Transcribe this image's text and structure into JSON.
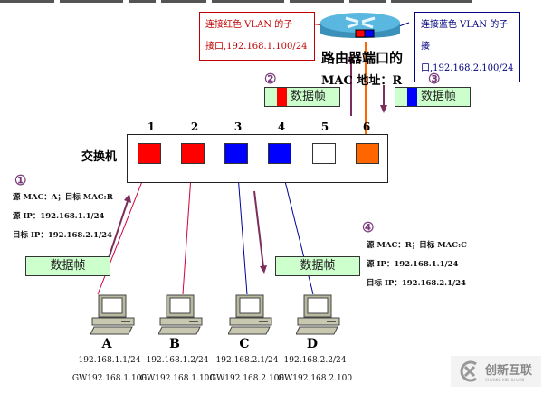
{
  "router": {
    "title_line1": "路由器端口的",
    "title_line2": "MAC 地址：R",
    "left_callout_line1": "连接红色 VLAN 的子",
    "left_callout_line2": "接口,192.168.1.100/24",
    "right_callout_line1": "连接蓝色 VLAN 的子",
    "right_callout_line2": "接口,192.168.2.100/24",
    "port_colors": [
      "#ff0000",
      "#0000ff"
    ]
  },
  "switch": {
    "label": "交换机",
    "ports": [
      {
        "number": "1",
        "color": "#ff0000"
      },
      {
        "number": "2",
        "color": "#ff0000"
      },
      {
        "number": "3",
        "color": "#0000ff"
      },
      {
        "number": "4",
        "color": "#0000ff"
      },
      {
        "number": "5",
        "color": "#ffffff"
      },
      {
        "number": "6",
        "color": "#ff6600"
      }
    ]
  },
  "steps": [
    {
      "marker": "①",
      "frame_label": "数据帧",
      "lines": [
        "源 MAC：A；目标 MAC:R",
        "源 IP：192.168.1.1/24",
        "目标 IP：192.168.2.1/24"
      ]
    },
    {
      "marker": "②",
      "frame_label": "数据帧",
      "tag_color": "#ff0000"
    },
    {
      "marker": "③",
      "frame_label": "数据帧",
      "tag_color": "#0000ff"
    },
    {
      "marker": "④",
      "frame_label": "数据帧",
      "lines": [
        "源 MAC：R；目标 MAC:C",
        "源 IP：192.168.1.1/24",
        "目标 IP：192.168.2.1/24"
      ]
    }
  ],
  "hosts": [
    {
      "name": "A",
      "ip": "192.168.1.1/24",
      "gw": "GW192.168.1.100"
    },
    {
      "name": "B",
      "ip": "192.168.1.2/24",
      "gw": "GW192.168.1.100"
    },
    {
      "name": "C",
      "ip": "192.168.2.1/24",
      "gw": "GW192.168.2.100"
    },
    {
      "name": "D",
      "ip": "192.168.2.2/24",
      "gw": "GW192.168.2.100"
    }
  ],
  "colors": {
    "vlan_red": "#ff0000",
    "vlan_blue": "#0000ff",
    "trunk": "#ff6600",
    "arrow": "#7b2d5b",
    "frame_fill": "#ccffcc"
  },
  "watermark": {
    "text": "创新互联",
    "sub": "CHUANG XIN HU LIAN"
  }
}
